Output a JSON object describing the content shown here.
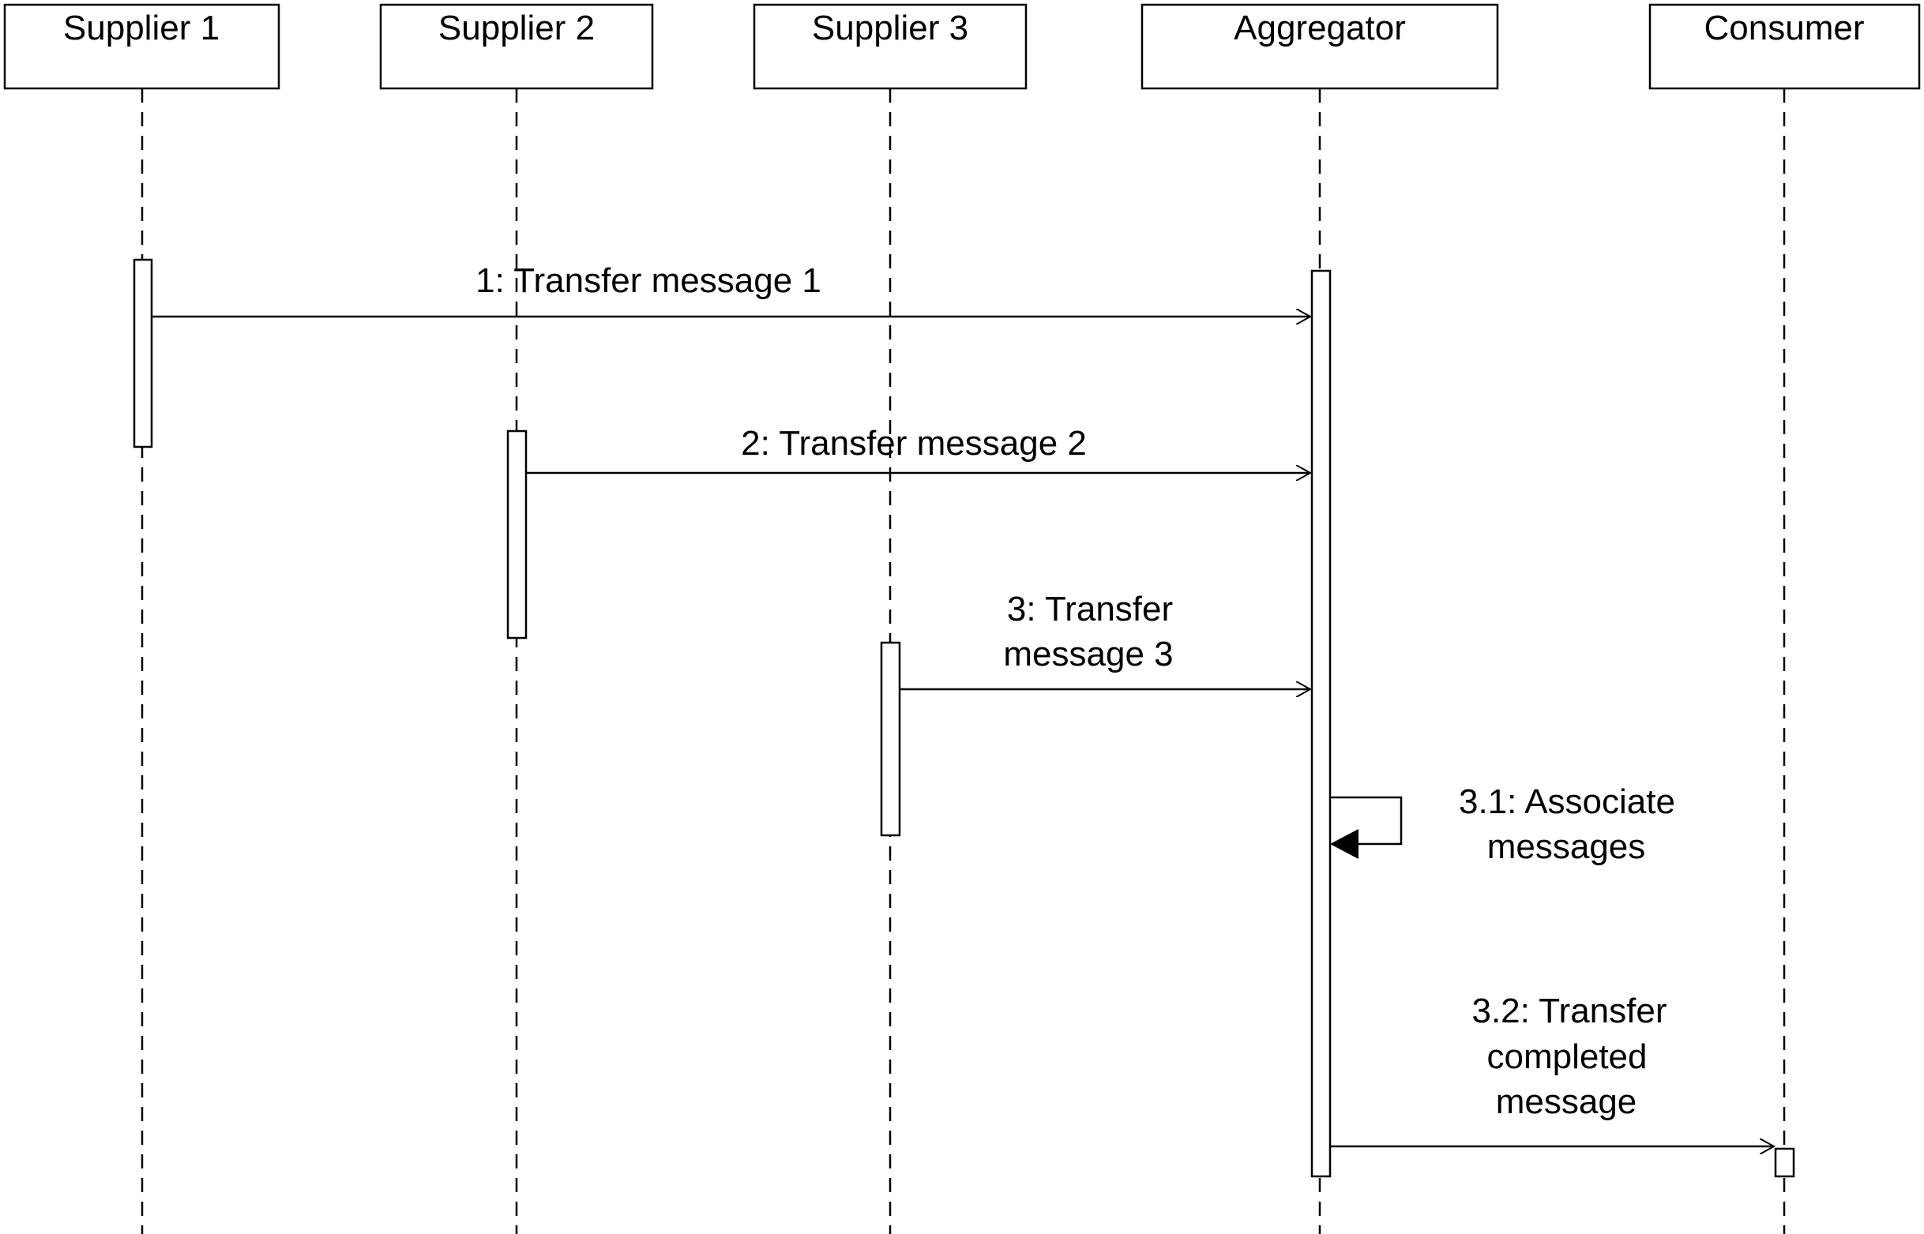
{
  "sequence_diagram": {
    "participants": [
      {
        "id": "s1",
        "name": "Supplier 1"
      },
      {
        "id": "s2",
        "name": "Supplier 2"
      },
      {
        "id": "s3",
        "name": "Supplier 3"
      },
      {
        "id": "agg",
        "name": "Aggregator"
      },
      {
        "id": "con",
        "name": "Consumer"
      }
    ],
    "messages": [
      {
        "id": "m1",
        "from": "s1",
        "to": "agg",
        "label": [
          "1: Transfer message 1"
        ],
        "arrow": "open"
      },
      {
        "id": "m2",
        "from": "s2",
        "to": "agg",
        "label": [
          "2: Transfer message 2"
        ],
        "arrow": "open"
      },
      {
        "id": "m3",
        "from": "s3",
        "to": "agg",
        "label": [
          "3: Transfer",
          "message 3"
        ],
        "arrow": "open"
      },
      {
        "id": "m31",
        "from": "agg",
        "to": "agg",
        "label": [
          "3.1: Associate",
          "messages"
        ],
        "arrow": "filled",
        "self": true
      },
      {
        "id": "m32",
        "from": "agg",
        "to": "con",
        "label": [
          "3.2: Transfer",
          "completed",
          "message"
        ],
        "arrow": "open"
      }
    ]
  }
}
